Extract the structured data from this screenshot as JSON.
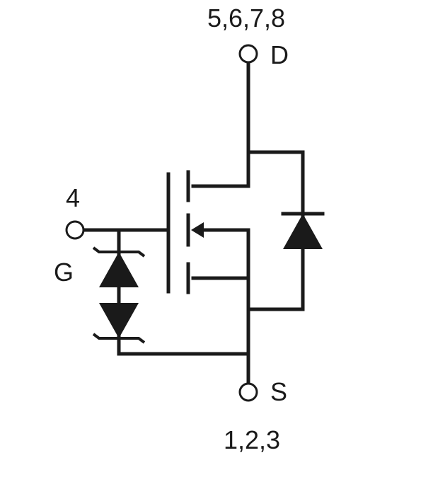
{
  "drain": {
    "pins": "5,6,7,8",
    "label": "D"
  },
  "source": {
    "pins": "1,2,3",
    "label": "S"
  },
  "gate": {
    "pin": "4",
    "label": "G"
  },
  "colors": {
    "line": "#1a1a1a",
    "background": "#ffffff"
  }
}
